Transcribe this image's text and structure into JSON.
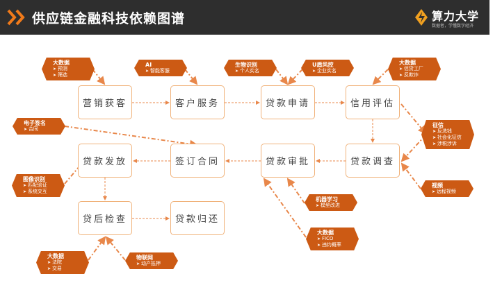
{
  "header": {
    "title": "供应链金融科技依赖图谱",
    "brand": "算力大学",
    "slogan": "数据者，学懂数字经济"
  },
  "colors": {
    "accent": "#cc5a14",
    "header_bg": "#2e2e2e",
    "box_border": "#f0b27a"
  },
  "steps": {
    "s1": "营销获客",
    "s2": "客户服务",
    "s3": "贷款申请",
    "s4": "信用评估",
    "s5": "贷款调查",
    "s6": "贷款审批",
    "s7": "签订合同",
    "s8": "贷款发放",
    "s9": "贷后检查",
    "s10": "贷款归还"
  },
  "tags": [
    {
      "head": "大数据",
      "items": [
        "预测",
        "筛选"
      ]
    },
    {
      "head": "AI",
      "items": [
        "智能客服"
      ]
    },
    {
      "head": "生物识别",
      "items": [
        "个人实名"
      ]
    },
    {
      "head": "U盾风控",
      "items": [
        "企业实名"
      ]
    },
    {
      "head": "大数据",
      "items": [
        "信贷工厂",
        "反欺诈"
      ]
    },
    {
      "head": "电子签名",
      "items": [
        "合同"
      ]
    },
    {
      "head": "征信",
      "items": [
        "反洗钱",
        "社会化征信",
        "涉税涉诉"
      ]
    },
    {
      "head": "图像识别",
      "items": [
        "匹配验证",
        "系统交互"
      ]
    },
    {
      "head": "视频",
      "items": [
        "远程视频"
      ]
    },
    {
      "head": "机器学习",
      "items": [
        "模型改进"
      ]
    },
    {
      "head": "大数据",
      "items": [
        "FICO",
        "违约概率"
      ]
    },
    {
      "head": "大数据",
      "items": [
        "法院",
        "交易"
      ]
    },
    {
      "head": "物联网",
      "items": [
        "动产抵押"
      ]
    }
  ]
}
